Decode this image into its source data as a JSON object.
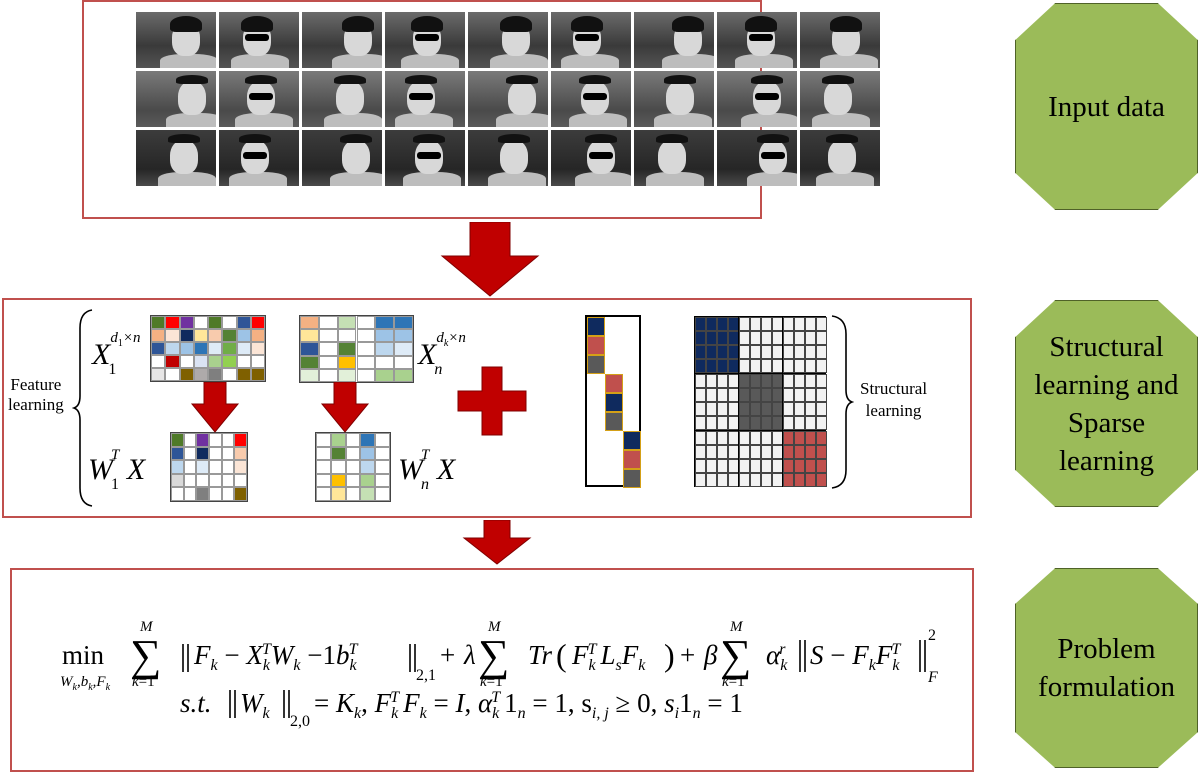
{
  "stages": {
    "input": "Input data",
    "structural_line1": "Structural",
    "structural_line2": "learning and",
    "structural_line3": "Sparse",
    "structural_line4": "learning",
    "problem_line1": "Problem",
    "problem_line2": "formulation"
  },
  "feature_learning": {
    "line1": "Feature",
    "line2": "learning"
  },
  "structural_learning": {
    "line1": "Structural",
    "line2": "learning"
  },
  "colors": {
    "panel_border": "#c0504d",
    "arrow": "#c00000",
    "octagon_fill": "#9bbb59",
    "navy": "#0f2a5e",
    "red_cell": "#c0504d",
    "grey_cell": "#595959"
  }
}
